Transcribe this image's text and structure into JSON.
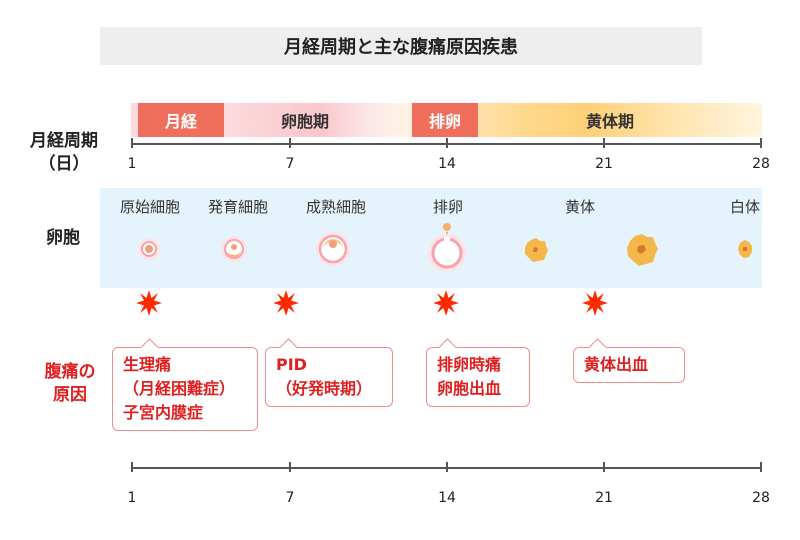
{
  "title": "月経周期と主な腹痛原因疾患",
  "cycle_label": "月経周期",
  "cycle_unit": "（日）",
  "phases": [
    {
      "label": "月経"
    },
    {
      "label": "卵胞期"
    },
    {
      "label": "排卵"
    },
    {
      "label": "黄体期"
    }
  ],
  "ticks": [
    "1",
    "7",
    "14",
    "21",
    "28"
  ],
  "follicle_row_label": "卵胞",
  "follicle_stages": [
    "原始細胞",
    "発育細胞",
    "成熟細胞",
    "排卵",
    "黄体",
    "白体"
  ],
  "cause_row_label_1": "腹痛の",
  "cause_row_label_2": "原因",
  "causes": [
    {
      "lines": [
        "生理痛",
        "（月経困難症）",
        "子宮内膜症"
      ]
    },
    {
      "lines": [
        "PID",
        "（好発時期）"
      ]
    },
    {
      "lines": [
        "排卵時痛",
        "卵胞出血"
      ]
    },
    {
      "lines": [
        "黄体出血"
      ]
    }
  ],
  "colors": {
    "accent_red": "#e02020",
    "chip_red": "#ef6f5c",
    "follicle_band": "#e5f4fc",
    "luteal_orange": "#f6b74a"
  }
}
